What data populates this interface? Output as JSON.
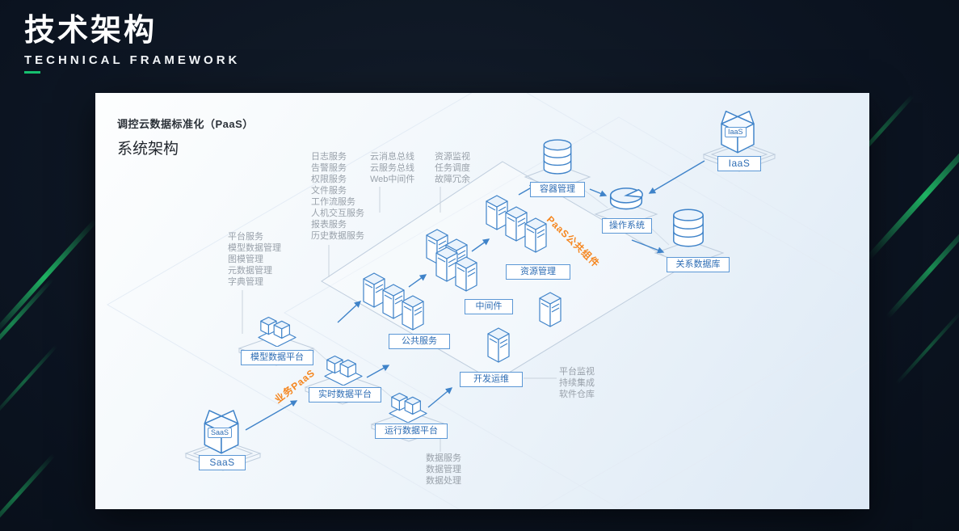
{
  "header": {
    "title_cn": "技术架构",
    "title_en": "TECHNICAL FRAMEWORK"
  },
  "panel": {
    "title": "调控云数据标准化（PaaS）",
    "subtitle": "系统架构"
  },
  "lists": {
    "cloud_services": [
      "日志服务",
      "告警服务",
      "权限服务",
      "文件服务",
      "工作流服务",
      "人机交互服务",
      "报表服务",
      "历史数据服务"
    ],
    "bus": [
      "云消息总线",
      "云服务总线",
      "Web中间件"
    ],
    "schedule": [
      "资源监视",
      "任务调度",
      "故障冗余"
    ],
    "platform": [
      "平台服务",
      "模型数据管理",
      "图模管理",
      "元数据管理",
      "字典管理"
    ],
    "devops_notes": [
      "平台监视",
      "持续集成",
      "软件仓库"
    ],
    "data_notes": [
      "数据服务",
      "数据管理",
      "数据处理"
    ]
  },
  "badges": {
    "container": "容器管理",
    "os": "操作系统",
    "rdb": "关系数据库",
    "resource": "资源管理",
    "middleware": "中间件",
    "public_service": "公共服务",
    "devops": "开发运维",
    "iaas": "IaaS",
    "saas": "SaaS",
    "model_platform": "模型数据平台",
    "realtime_platform": "实时数据平台",
    "runtime_platform": "运行数据平台"
  },
  "box_tags": {
    "iaas": "IaaS",
    "saas": "SaaS"
  },
  "diagonal_labels": {
    "paas_common": "PaaS公共组件",
    "business_paas": "业务PaaS"
  },
  "colors": {
    "accent_blue": "#3f83c9",
    "accent_orange": "#f5861f",
    "accent_green": "#16c06f",
    "panel_bg": "#eef4fb",
    "dark_bg": "#0c141f"
  }
}
